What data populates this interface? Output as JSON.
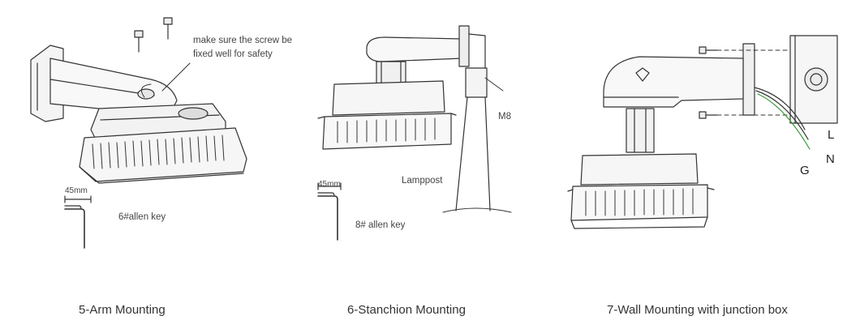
{
  "panel_arm": {
    "note_line1": "make sure the screw be",
    "note_line2": "fixed well for safety",
    "key_dimension": "45mm",
    "key_label": "6#allen key",
    "caption": "5-Arm Mounting"
  },
  "panel_stanchion": {
    "bolt_label": "M8",
    "post_label": "Lamppost",
    "key_dimension": "45mm",
    "key_label": "8# allen key",
    "caption": "6-Stanchion Mounting"
  },
  "panel_wall": {
    "wire_live": "L",
    "wire_neutral": "N",
    "wire_ground": "G",
    "caption": "7-Wall Mounting with junction box"
  },
  "colors": {
    "line": "#333333",
    "wire_green": "#3a9a3a"
  }
}
